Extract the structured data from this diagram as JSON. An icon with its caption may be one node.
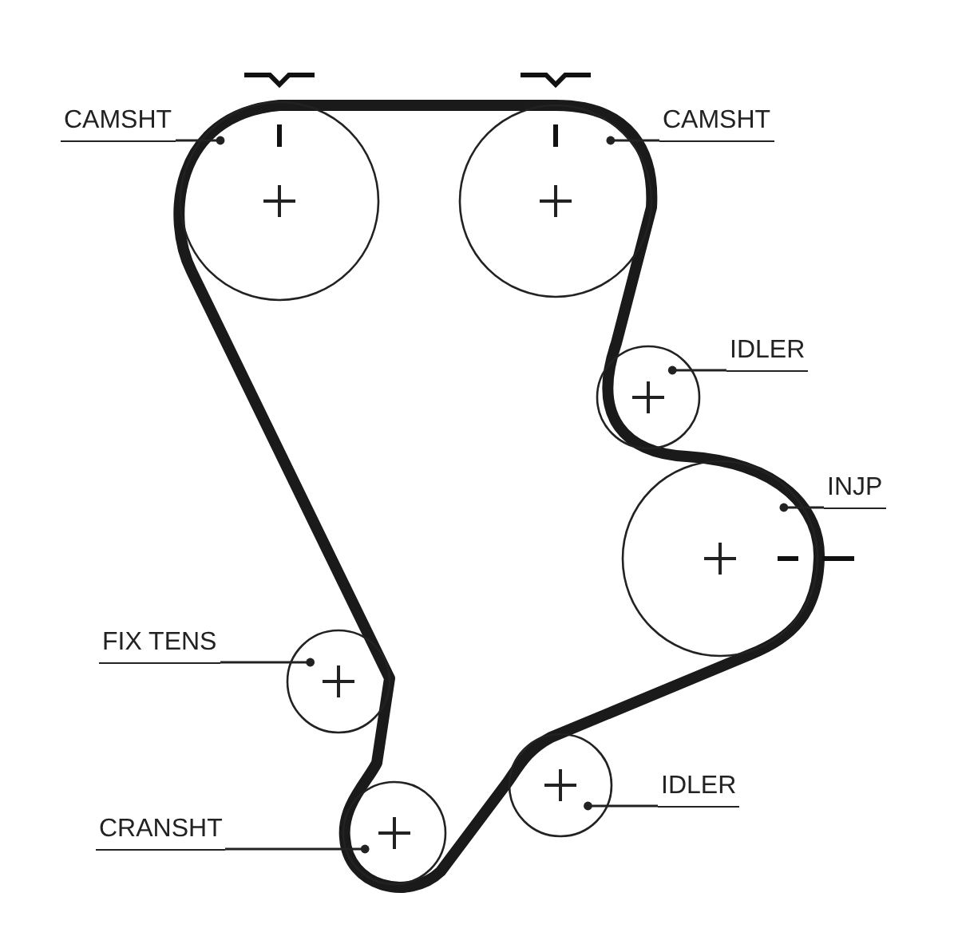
{
  "diagram": {
    "nodes": [
      {
        "text": [
          "CAMSHT"
        ]
      },
      {
        "text": [],
        "shape": "circle"
      },
      {
        "text": [],
        "shape": "circle"
      },
      {
        "text": [
          "CAMSHT"
        ]
      },
      {
        "text": [],
        "shape": "circle"
      },
      {
        "text": [
          "IDLER"
        ]
      },
      {
        "text": [],
        "shape": "circle"
      },
      {
        "text": [
          "INJP"
        ]
      },
      {
        "text": [
          "FIX TENS"
        ]
      },
      {
        "text": [],
        "shape": "circle"
      },
      {
        "text": [],
        "shape": "circle"
      },
      {
        "text": [
          "IDLER"
        ]
      },
      {
        "text": [
          "CRANSHT"
        ]
      },
      {
        "text": [],
        "shape": "circle"
      }
    ],
    "edges": [
      {
        "from": 0,
        "to": 1,
        "arrow": "other"
      },
      {
        "from": 3,
        "to": 2,
        "arrow": "other"
      },
      {
        "from": 5,
        "to": 4,
        "arrow": "other"
      },
      {
        "from": 7,
        "to": 6,
        "arrow": "other"
      },
      {
        "from": 8,
        "to": 9,
        "arrow": "other"
      },
      {
        "from": 11,
        "to": 10,
        "arrow": "other"
      },
      {
        "from": 12,
        "to": 13,
        "arrow": "other"
      }
    ]
  }
}
